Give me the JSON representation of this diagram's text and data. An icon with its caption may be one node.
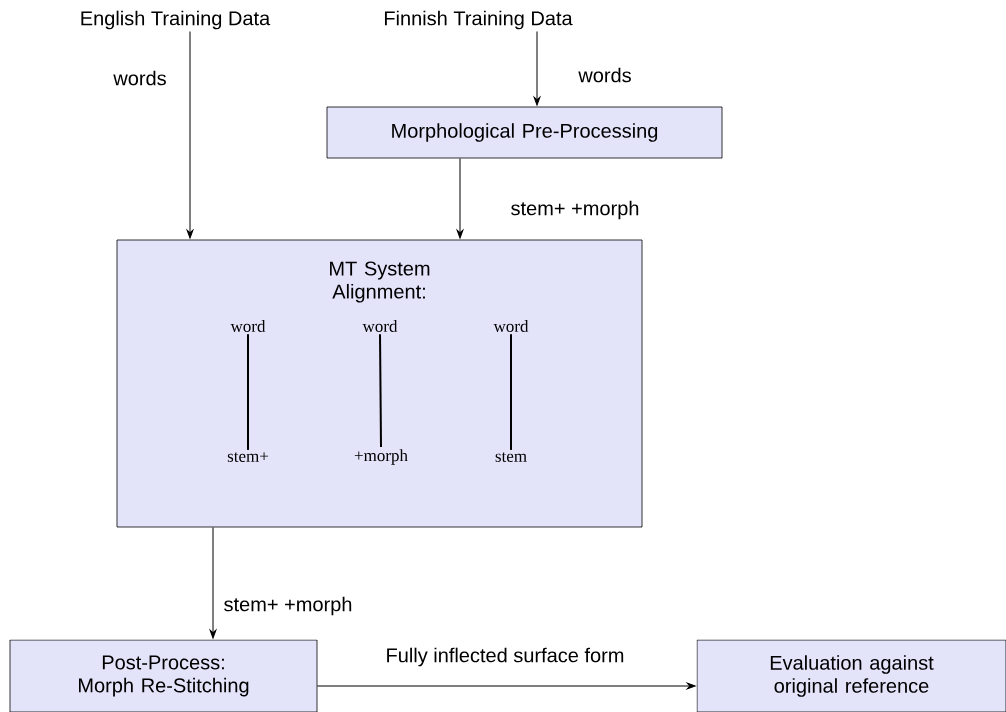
{
  "diagram": {
    "nodes": [
      {
        "text": [
          "English Training Data"
        ]
      },
      {
        "text": [
          "Finnish Training Data"
        ]
      },
      {
        "text": [
          "Morphological Pre-Processing"
        ]
      },
      {
        "text": [
          "MT System Alignment:"
        ]
      },
      {
        "text": [
          "word"
        ],
        "in": 3
      },
      {
        "text": [
          "word"
        ],
        "in": 3
      },
      {
        "text": [
          "word"
        ],
        "in": 3
      },
      {
        "text": [
          "stem+"
        ],
        "in": 3
      },
      {
        "text": [
          "+morph"
        ],
        "in": 3
      },
      {
        "text": [
          "stem"
        ],
        "in": 3
      },
      {
        "text": [
          "Post-Process: Morph Re-Stitching"
        ]
      },
      {
        "text": [
          "Evaluation against original reference"
        ]
      }
    ],
    "edges": [
      {
        "from": 0,
        "to": 3,
        "arrow": "to",
        "label": "words"
      },
      {
        "from": 1,
        "to": 2,
        "arrow": "to",
        "label": "words"
      },
      {
        "from": 2,
        "to": 3,
        "arrow": "to",
        "label": "stem+ +morph"
      },
      {
        "from": 4,
        "to": 7,
        "arrow": "none"
      },
      {
        "from": 5,
        "to": 8,
        "arrow": "none"
      },
      {
        "from": 6,
        "to": 9,
        "arrow": "none"
      },
      {
        "from": 3,
        "to": 10,
        "arrow": "to",
        "label": "stem+ +morph"
      },
      {
        "from": 10,
        "to": 11,
        "arrow": "to",
        "label": "Fully inflected surface form"
      }
    ]
  }
}
